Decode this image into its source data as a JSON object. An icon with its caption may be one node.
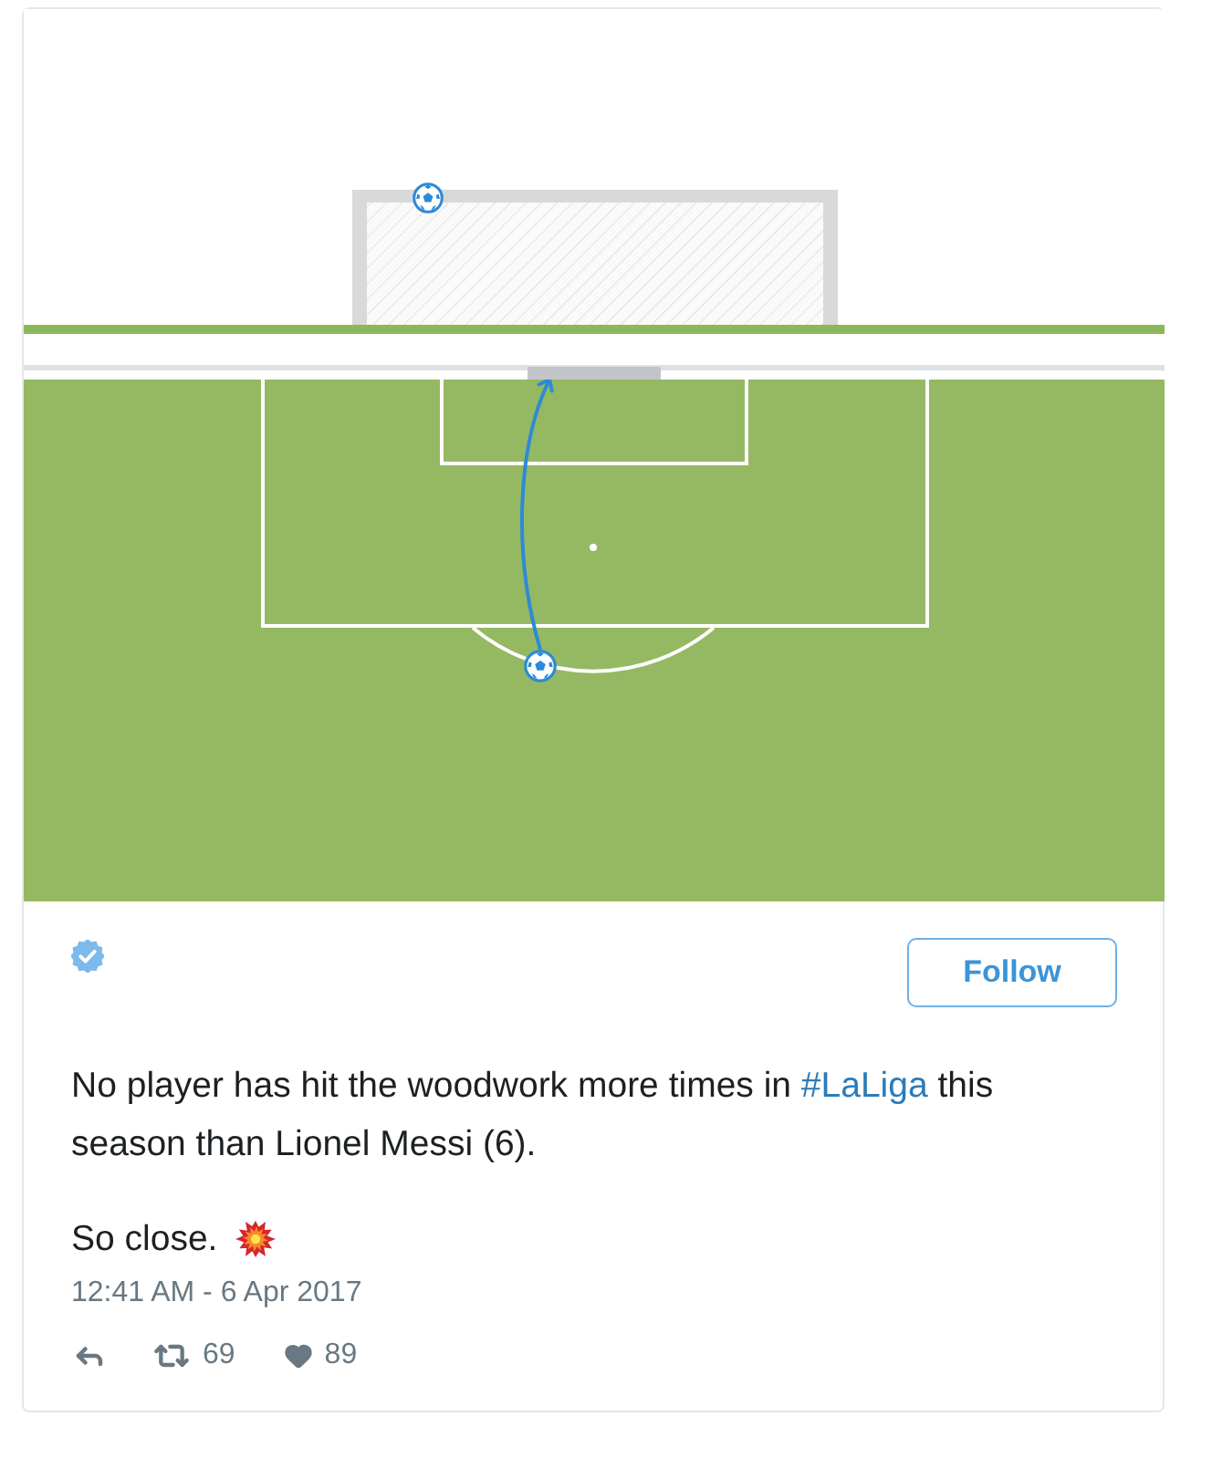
{
  "diagram": {
    "nodes": [
      {
        "text": [],
        "shape": "picture"
      },
      {
        "text": [],
        "shape": "bar"
      }
    ],
    "edges": [
      {
        "from": 0,
        "to": 1,
        "arrow": "to"
      }
    ],
    "labels": [
      "Follow",
      "No player has hit the woodwork more times in #LaLiga this season than Lionel Messi (6).",
      "So close.",
      "12:41 AM - 6 Apr 2017",
      "69",
      "89"
    ]
  }
}
